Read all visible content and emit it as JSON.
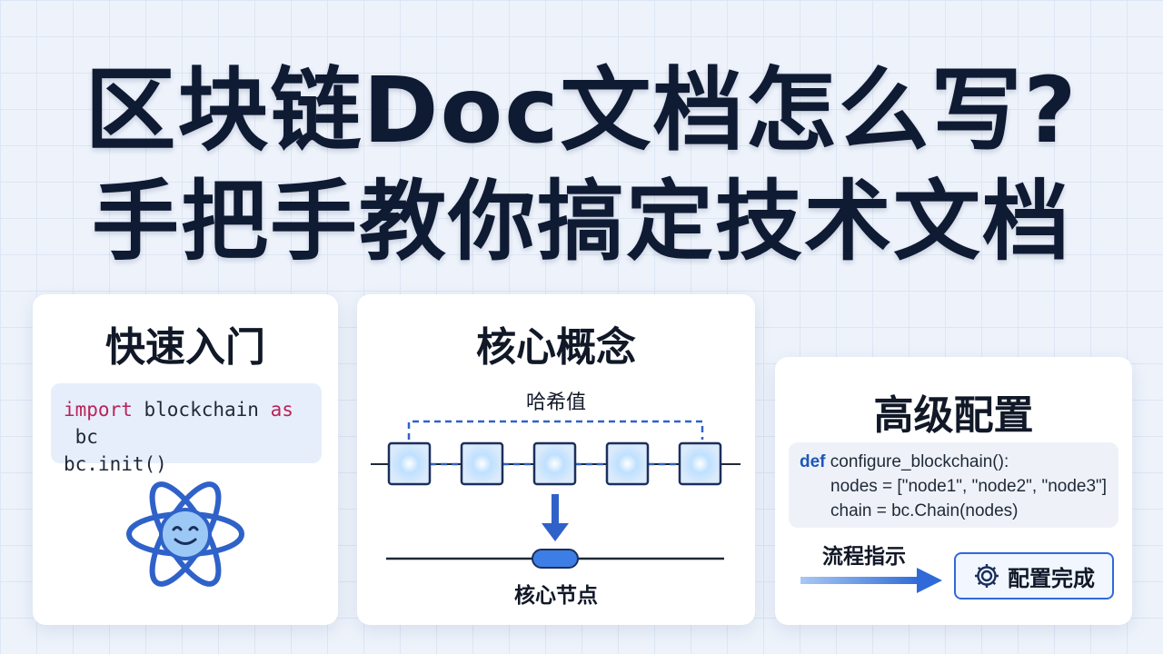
{
  "title": {
    "line1": "区块链Doc文档怎么写?",
    "line2": "手把手教你搞定技术文档"
  },
  "card_quickstart": {
    "heading": "快速入门",
    "code_line1_kw1": "import",
    "code_line1_mid": " blockchain ",
    "code_line1_kw2": "as",
    "code_line1_end": " bc",
    "code_line2": "bc.init()",
    "icon": "atom-mascot-icon"
  },
  "card_concepts": {
    "heading": "核心概念",
    "hash_label": "哈希值",
    "node_label": "核心节点",
    "block_count": 5
  },
  "card_advanced": {
    "heading": "高级配置",
    "code_line1_kw": "def",
    "code_line1": " configure_blockchain():",
    "code_line2": "nodes = [\"node1\", \"node2\", \"node3\"]",
    "code_line3": "chain = bc.Chain(nodes)",
    "flow_label": "流程指示",
    "done_button": "配置完成",
    "done_icon": "gear-icon"
  },
  "colors": {
    "accent": "#2f6ad8",
    "title": "#0f1a33"
  }
}
